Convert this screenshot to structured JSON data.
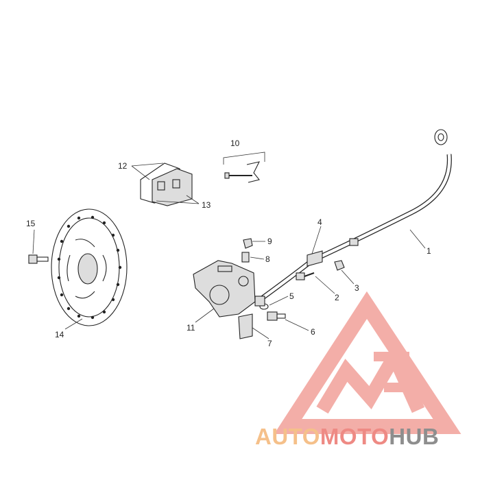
{
  "callouts": {
    "c1": "1",
    "c2": "2",
    "c3": "3",
    "c4": "4",
    "c5": "5",
    "c6": "6",
    "c7": "7",
    "c8": "8",
    "c9": "9",
    "c10": "10",
    "c11": "11",
    "c12": "12",
    "c13": "13",
    "c14": "14",
    "c15": "15"
  },
  "watermark": {
    "part1": "AUTO",
    "part2": "MOTO",
    "part3": "HUB",
    "colors": {
      "auto": "#f5c08a",
      "moto": "#ee8a84",
      "hub": "#8e8e8e",
      "logo": "#f2a09a"
    }
  }
}
